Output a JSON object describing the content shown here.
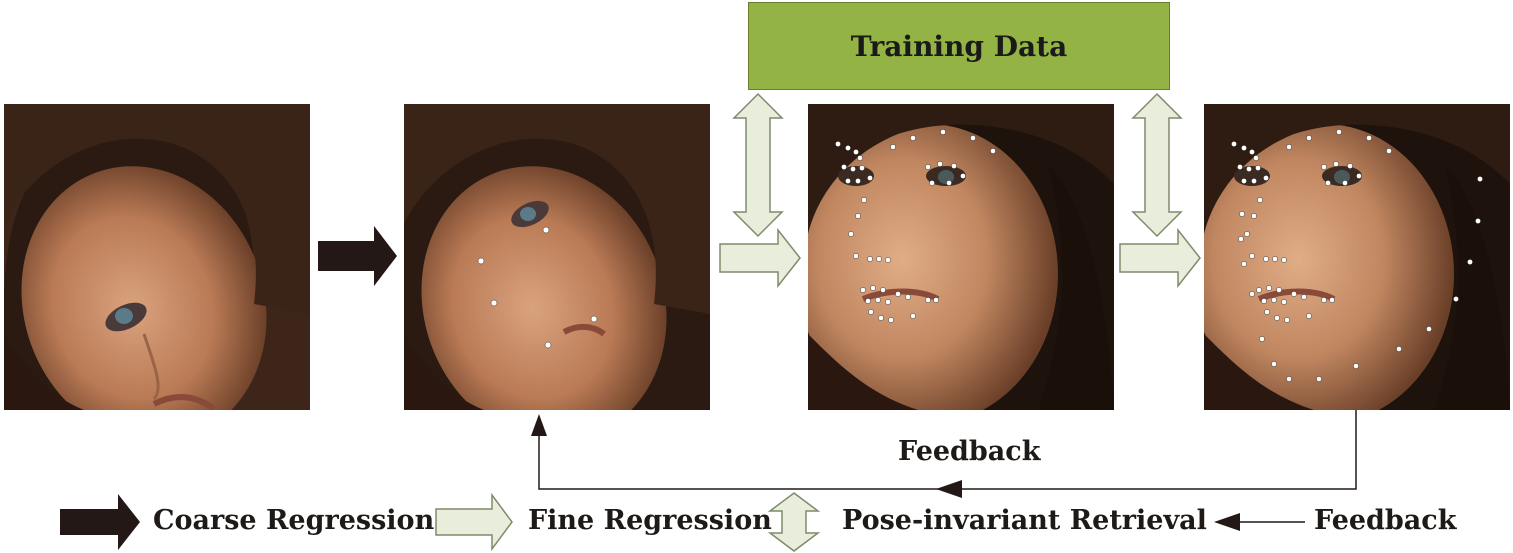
{
  "title_box": {
    "label": "Training Data"
  },
  "feedback_label": "Feedback",
  "legend": {
    "coarse": "Coarse Regression",
    "fine": "Fine Regression",
    "retrieval": "Pose-invariant Retrieval",
    "feedback": "Feedback"
  },
  "colors": {
    "dark_arrow": "#231815",
    "light_arrow_fill": "#e8eedb",
    "light_arrow_stroke": "#7f8a6a",
    "training_box": "#94b345",
    "landmark": "#ffffff"
  },
  "panels": [
    {
      "name": "input-face",
      "landmarks": "none"
    },
    {
      "name": "coarse-face",
      "landmarks": "5-point"
    },
    {
      "name": "fine-face-partial",
      "landmarks": "inner"
    },
    {
      "name": "fine-face-full",
      "landmarks": "full"
    }
  ]
}
